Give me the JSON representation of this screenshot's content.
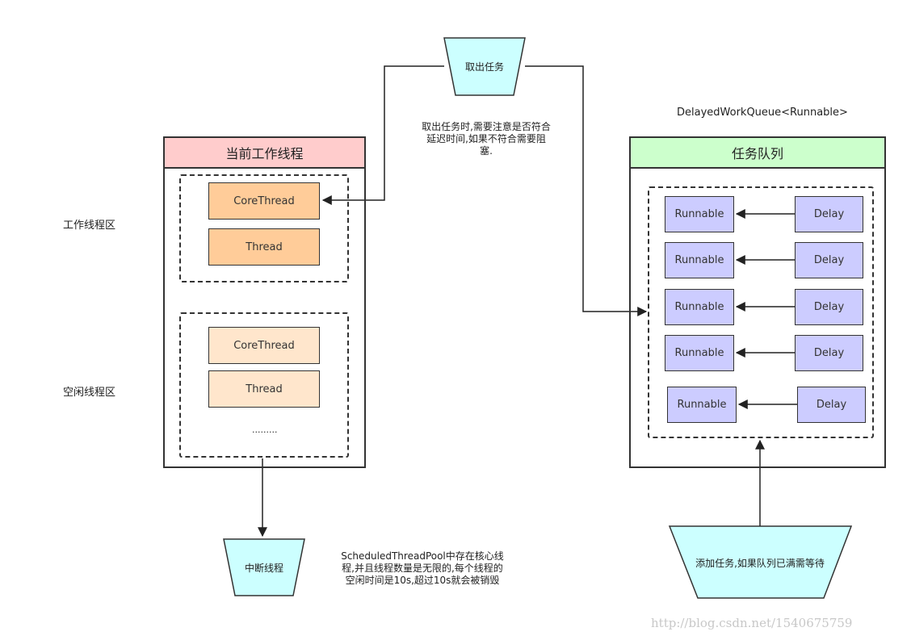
{
  "labels": {
    "worker_zone": "工作线程区",
    "idle_zone": "空闲线程区",
    "queue_type": "DelayedWorkQueue<Runnable>"
  },
  "left_panel": {
    "title": "当前工作线程",
    "active": [
      "CoreThread",
      "Thread"
    ],
    "idle": [
      "CoreThread",
      "Thread"
    ],
    "ellipsis": "........."
  },
  "right_panel": {
    "title": "任务队列",
    "rows": [
      {
        "runnable": "Runnable",
        "delay": "Delay"
      },
      {
        "runnable": "Runnable",
        "delay": "Delay"
      },
      {
        "runnable": "Runnable",
        "delay": "Delay"
      },
      {
        "runnable": "Runnable",
        "delay": "Delay"
      },
      {
        "runnable": "Runnable",
        "delay": "Delay"
      }
    ]
  },
  "trapezoids": {
    "take_task": "取出任务",
    "interrupt": "中断线程",
    "add_task": "添加任务,如果队列已满需等待"
  },
  "notes": {
    "take_note": [
      "取出任务时,需要注意是否符合",
      "延迟时间,如果不符合需要阻",
      "塞."
    ],
    "pool_note": [
      "ScheduledThreadPool中存在核心线",
      "程,并且线程数量是无限的,每个线程的",
      "空闲时间是10s,超过10s就会被销毁"
    ]
  },
  "watermark": "http://blog.csdn.net/1540675759",
  "colors": {
    "header_left": "#ffcccc",
    "header_right": "#ccffcc",
    "trapezoid_fill": "#ccffff",
    "active_thread": "#ffcc99",
    "idle_thread": "#ffe6cc",
    "queue_item": "#ccccff"
  }
}
